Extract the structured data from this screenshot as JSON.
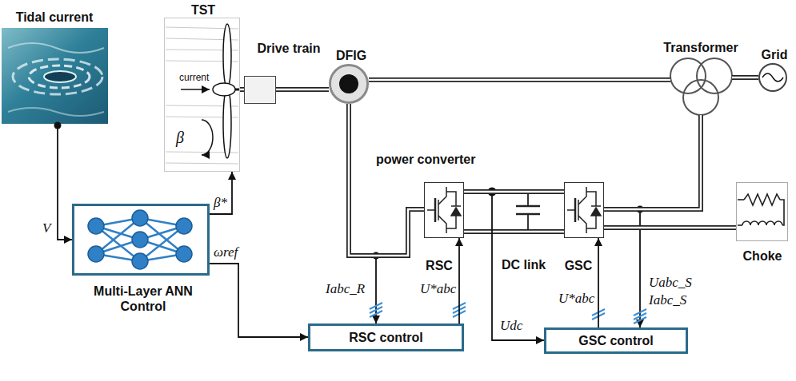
{
  "diagram": {
    "nodes": [
      {
        "text": [
          "Tidal current"
        ]
      },
      {
        "text": [
          "TST"
        ]
      },
      {
        "text": [
          "Drive train"
        ]
      },
      {
        "text": [
          "DFIG"
        ]
      },
      {
        "text": [
          "Transformer"
        ]
      },
      {
        "text": [
          "Grid"
        ]
      },
      {
        "text": [
          "RSC"
        ]
      },
      {
        "text": [
          "GSC"
        ]
      },
      {
        "text": [
          "Choke"
        ]
      },
      {
        "text": [
          "Multi-Layer ANN Control"
        ]
      },
      {
        "text": [
          "RSC control"
        ]
      },
      {
        "text": [
          "GSC control"
        ]
      }
    ],
    "edges": [
      {
        "from": 0,
        "to": 9,
        "label": "V",
        "arrow": "to"
      },
      {
        "from": 9,
        "to": 1,
        "label": "β*",
        "arrow": "to"
      },
      {
        "from": 9,
        "to": 10,
        "label": "ωref",
        "arrow": "to"
      },
      {
        "from": 10,
        "to": 6,
        "label": "U*abc",
        "arrow": "to"
      },
      {
        "from": 11,
        "to": 7,
        "label": "U*abc",
        "arrow": "to"
      },
      {
        "from": 1,
        "to": 2,
        "arrow": "none"
      },
      {
        "from": 2,
        "to": 3,
        "arrow": "none"
      },
      {
        "from": 3,
        "to": 4,
        "arrow": "none"
      },
      {
        "from": 4,
        "to": 5,
        "arrow": "none"
      },
      {
        "from": 3,
        "to": 6,
        "arrow": "none"
      },
      {
        "from": 6,
        "to": 7,
        "arrow": "none"
      },
      {
        "from": 7,
        "to": 4,
        "arrow": "none"
      },
      {
        "from": 7,
        "to": 8,
        "arrow": "none"
      }
    ],
    "labels": [
      "current",
      "β",
      "power converter",
      "DC link",
      "Iabc_R",
      "Udc",
      "Uabc_S",
      "Iabc_S"
    ]
  }
}
